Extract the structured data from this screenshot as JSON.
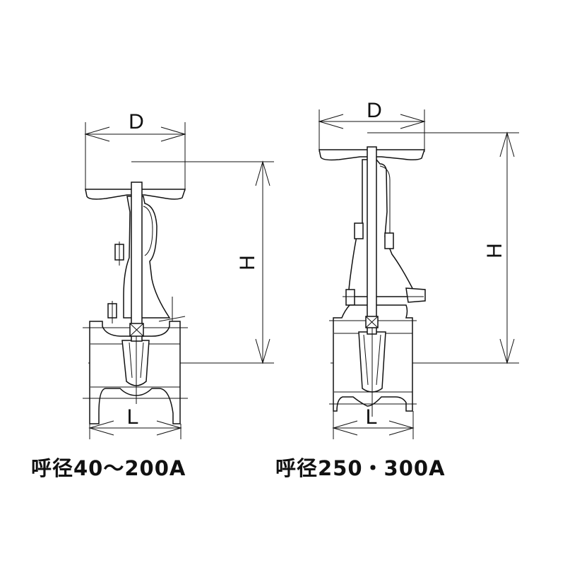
{
  "valves": [
    {
      "caption": "呼径40～200A",
      "dim_d": "D",
      "dim_h": "H",
      "dim_l": "L"
    },
    {
      "caption": "呼径250・300A",
      "dim_d": "D",
      "dim_h": "H",
      "dim_l": "L"
    }
  ],
  "colors": {
    "line": "#111111",
    "background": "#ffffff"
  }
}
